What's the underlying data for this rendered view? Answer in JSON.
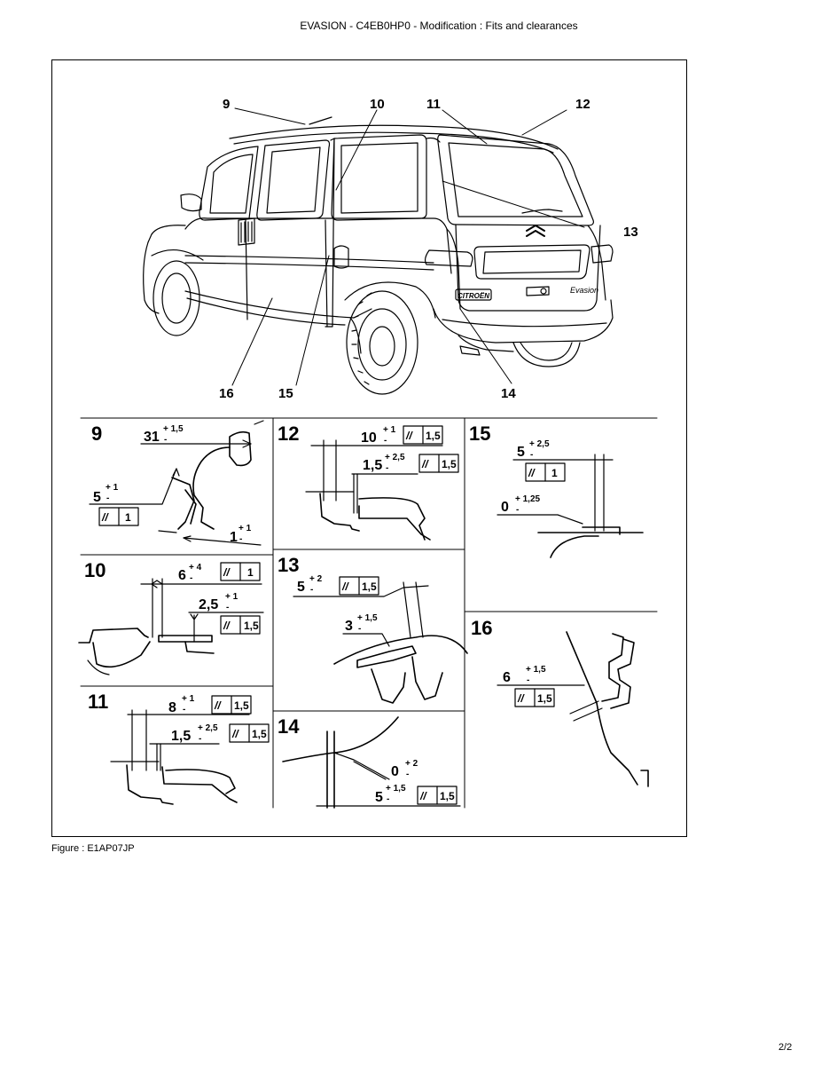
{
  "header": {
    "title": "EVASION - C4EB0HP0 - Modification : Fits and clearances"
  },
  "figure": {
    "caption": "Figure : E1AP07JP",
    "callouts": [
      "9",
      "10",
      "11",
      "12",
      "13",
      "14",
      "15",
      "16"
    ],
    "vehicle_badges": {
      "brand": "CITROËN",
      "model": "Evasion"
    },
    "parallel_symbol": "//",
    "panels": {
      "p9": {
        "number": "9",
        "dims": [
          {
            "main": "31",
            "tol": "+ 1,5",
            "sub": "-"
          },
          {
            "main": "5",
            "tol": "+ 1",
            "sub": "-",
            "box": "1"
          },
          {
            "main": "1",
            "tol": "+ 1",
            "sub": "-"
          }
        ]
      },
      "p10": {
        "number": "10",
        "dims": [
          {
            "main": "6",
            "tol": "+ 4",
            "sub": "-",
            "box": "1"
          },
          {
            "main": "2,5",
            "tol": "+ 1",
            "sub": "-",
            "box": "1,5"
          }
        ]
      },
      "p11": {
        "number": "11",
        "dims": [
          {
            "main": "8",
            "tol": "+ 1",
            "sub": "-",
            "box": "1,5"
          },
          {
            "main": "1,5",
            "tol": "+ 2,5",
            "sub": "-",
            "box": "1,5"
          }
        ]
      },
      "p12": {
        "number": "12",
        "dims": [
          {
            "main": "10",
            "tol": "+ 1",
            "sub": "-",
            "box": "1,5"
          },
          {
            "main": "1,5",
            "tol": "+ 2,5",
            "sub": "-",
            "box": "1,5"
          }
        ]
      },
      "p13": {
        "number": "13",
        "dims": [
          {
            "main": "5",
            "tol": "+ 2",
            "sub": "-",
            "box": "1,5"
          },
          {
            "main": "3",
            "tol": "+ 1,5",
            "sub": "-"
          }
        ]
      },
      "p14": {
        "number": "14",
        "dims": [
          {
            "main": "0",
            "tol": "+ 2",
            "sub": "-"
          },
          {
            "main": "5",
            "tol": "+ 1,5",
            "sub": "-",
            "box": "1,5"
          }
        ]
      },
      "p15": {
        "number": "15",
        "dims": [
          {
            "main": "5",
            "tol": "+ 2,5",
            "sub": "-",
            "box": "1"
          },
          {
            "main": "0",
            "tol": "+ 1,25",
            "sub": "-"
          }
        ]
      },
      "p16": {
        "number": "16",
        "dims": [
          {
            "main": "6",
            "tol": "+ 1,5",
            "sub": "-",
            "box": "1,5"
          }
        ]
      }
    }
  },
  "page": {
    "number": "2/2"
  }
}
